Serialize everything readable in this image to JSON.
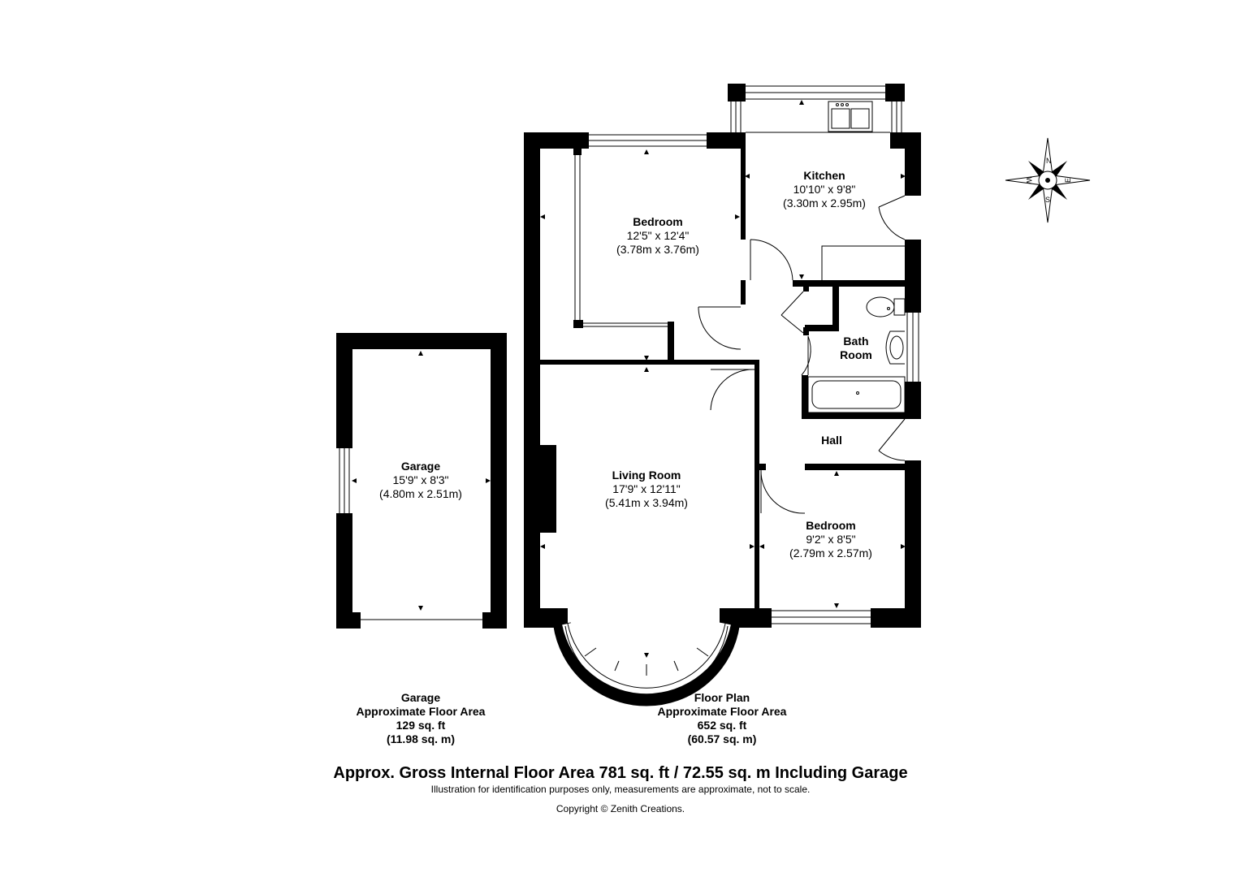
{
  "rooms": {
    "garage": {
      "name": "Garage",
      "imperial": "15'9\" x 8'3\"",
      "metric": "(4.80m x 2.51m)"
    },
    "bedroom1": {
      "name": "Bedroom",
      "imperial": "12'5\" x 12'4\"",
      "metric": "(3.78m x 3.76m)"
    },
    "kitchen": {
      "name": "Kitchen",
      "imperial": "10'10\" x 9'8\"",
      "metric": "(3.30m x 2.95m)"
    },
    "bathroom": {
      "line1": "Bath",
      "line2": "Room"
    },
    "hall": {
      "name": "Hall"
    },
    "living": {
      "name": "Living Room",
      "imperial": "17'9\" x 12'11\"",
      "metric": "(5.41m x 3.94m)"
    },
    "bedroom2": {
      "name": "Bedroom",
      "imperial": "9'2\" x 8'5\"",
      "metric": "(2.79m x 2.57m)"
    }
  },
  "areas": {
    "garage": {
      "line1": "Garage",
      "line2": "Approximate Floor Area",
      "line3": "129 sq. ft",
      "line4": "(11.98 sq. m)"
    },
    "floor": {
      "line1": "Floor Plan",
      "line2": "Approximate Floor Area",
      "line3": "652 sq. ft",
      "line4": "(60.57 sq. m)"
    }
  },
  "footer": {
    "main": "Approx. Gross Internal Floor Area 781 sq. ft / 72.55 sq. m Including Garage",
    "note": "Illustration for identification purposes only, measurements are approximate, not to scale.",
    "copyright": "Copyright © Zenith Creations."
  },
  "compass": {
    "n": "N",
    "e": "E",
    "s": "S",
    "w": "W"
  },
  "colors": {
    "wall": "#000000",
    "background": "#ffffff",
    "fixture": "#555555"
  }
}
